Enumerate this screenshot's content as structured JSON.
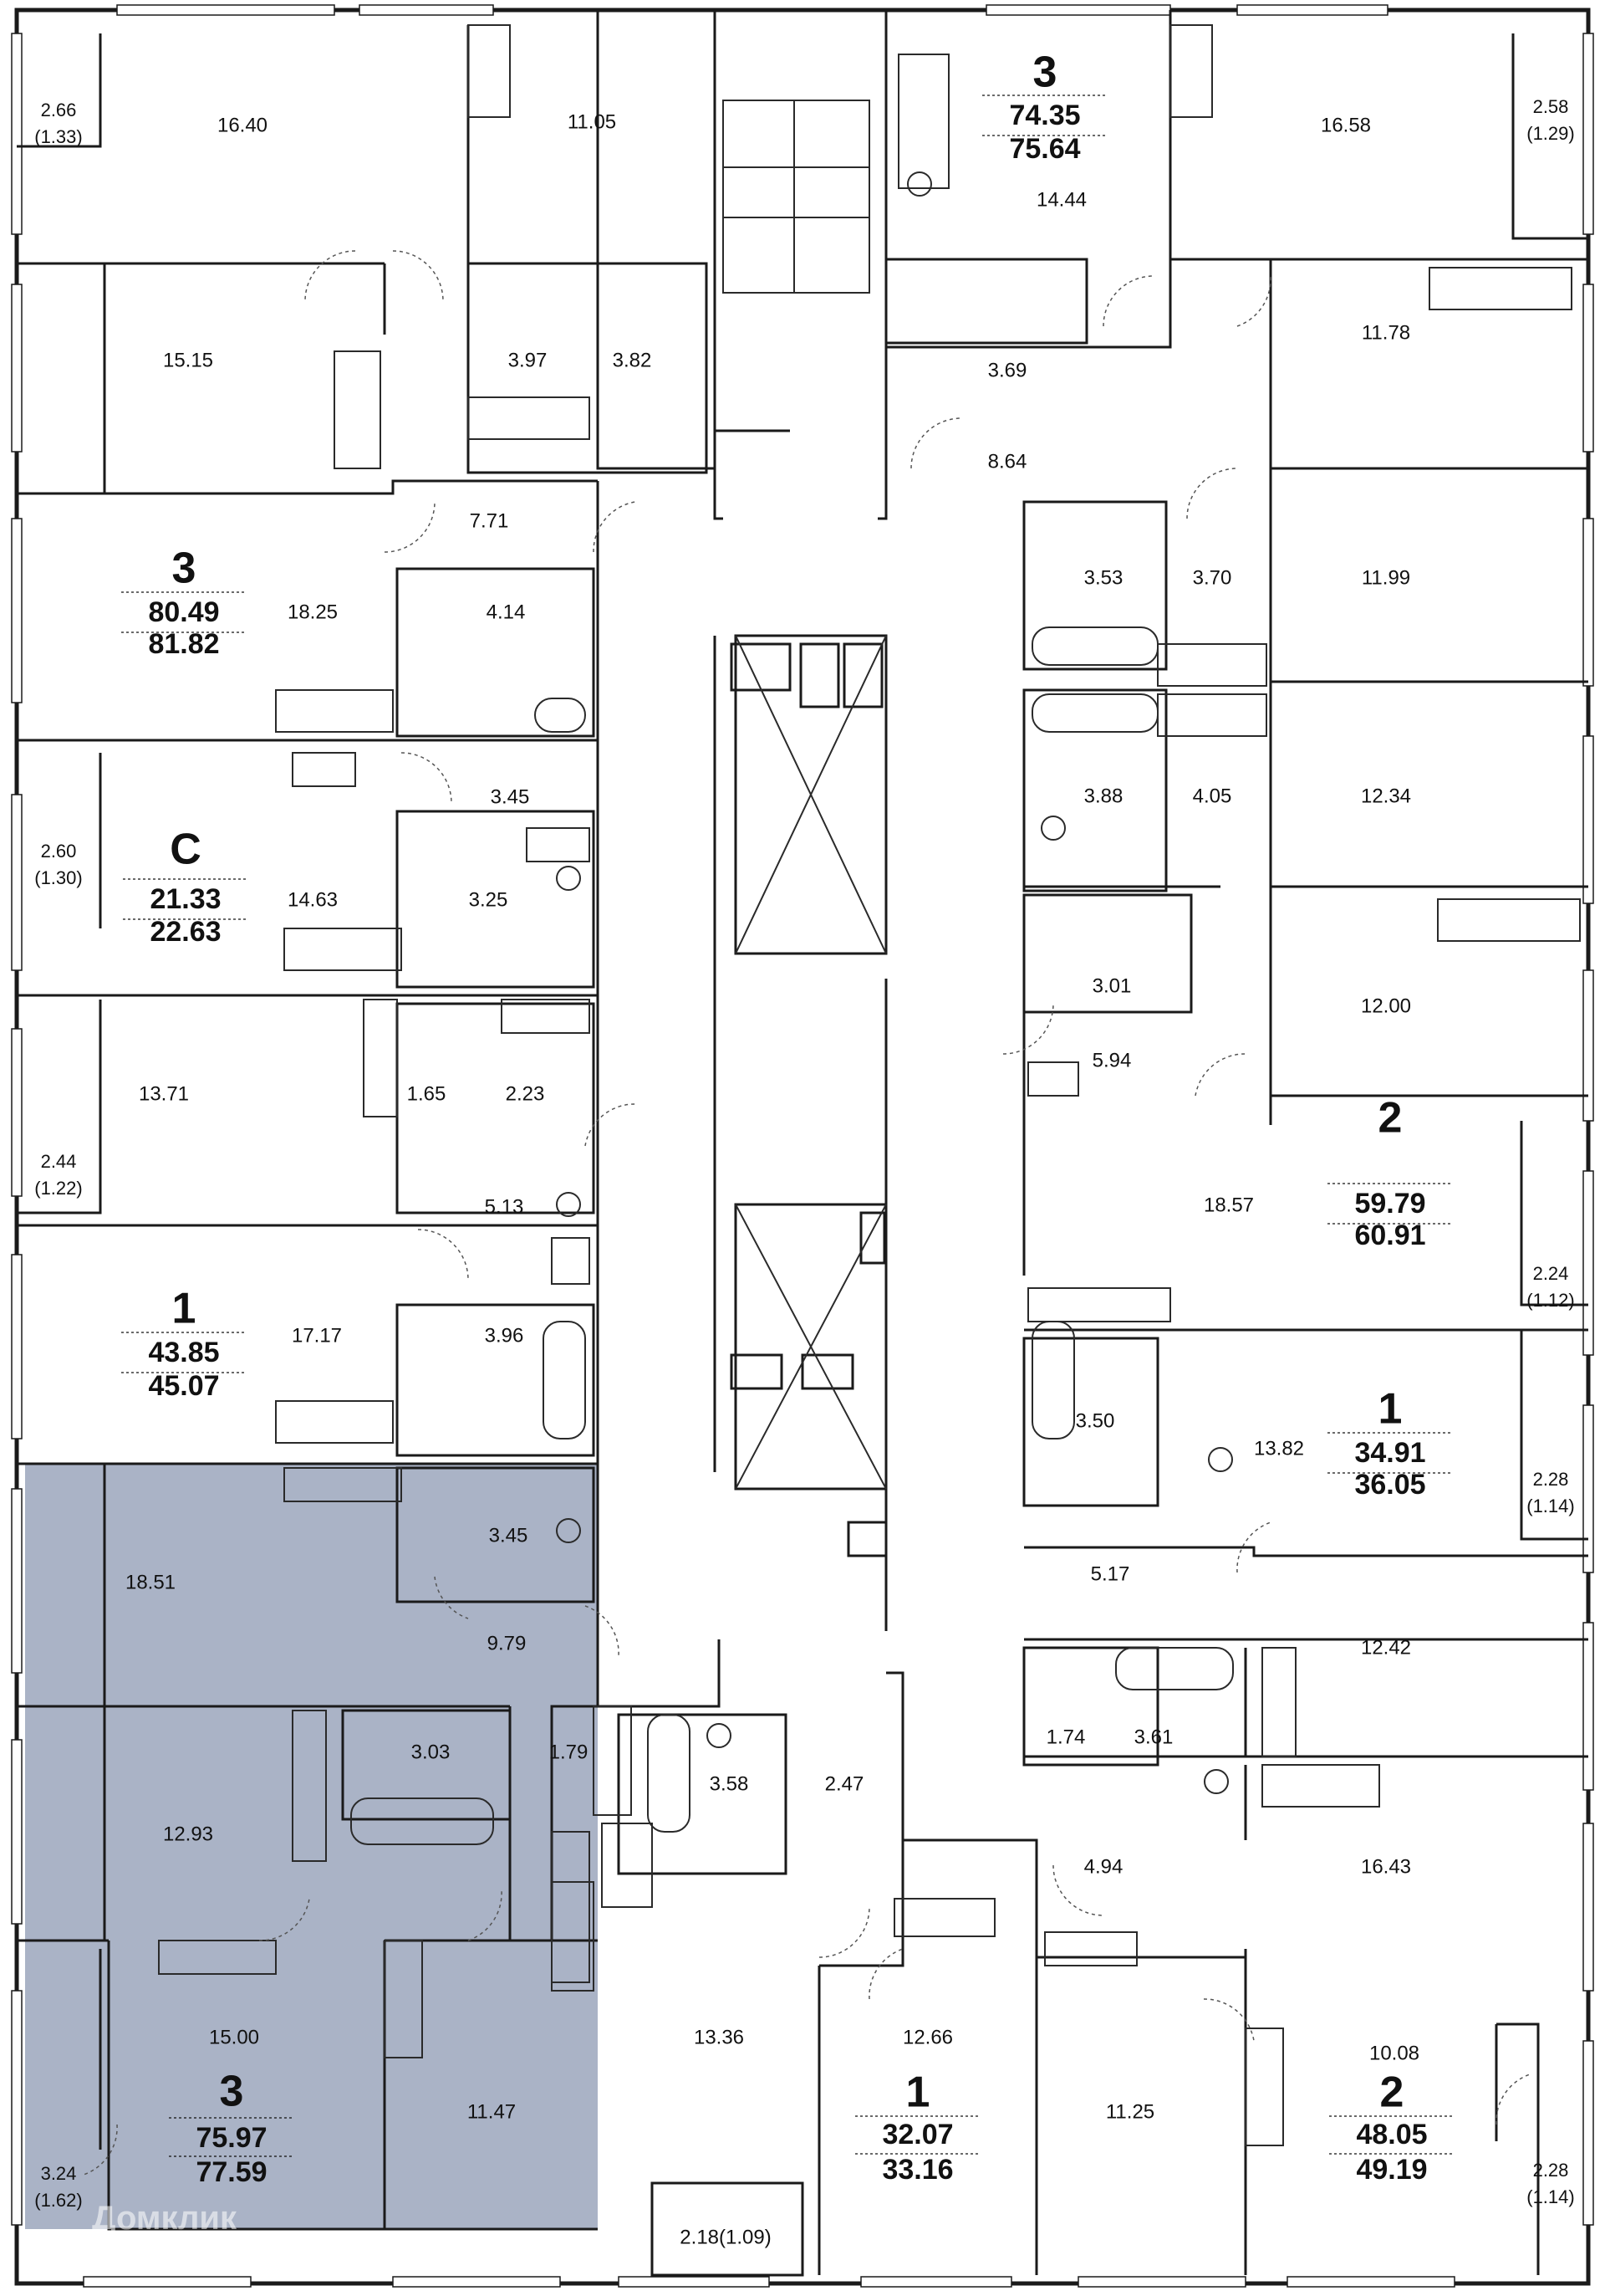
{
  "watermark": "Домклик",
  "apartments": [
    {
      "id": "a1",
      "rooms": "3",
      "total": "74.35",
      "total_balcony": "75.64"
    },
    {
      "id": "a2",
      "rooms": "3",
      "total": "80.49",
      "total_balcony": "81.82"
    },
    {
      "id": "a3",
      "rooms": "С",
      "total": "21.33",
      "total_balcony": "22.63"
    },
    {
      "id": "a4",
      "rooms": "1",
      "total": "43.85",
      "total_balcony": "45.07"
    },
    {
      "id": "a5",
      "rooms": "2",
      "total": "59.79",
      "total_balcony": "60.91"
    },
    {
      "id": "a6",
      "rooms": "1",
      "total": "34.91",
      "total_balcony": "36.05"
    },
    {
      "id": "a7",
      "rooms": "3",
      "total": "75.97",
      "total_balcony": "77.59",
      "highlighted": true
    },
    {
      "id": "a8",
      "rooms": "1",
      "total": "32.07",
      "total_balcony": "33.16"
    },
    {
      "id": "a9",
      "rooms": "2",
      "total": "48.05",
      "total_balcony": "49.19"
    }
  ],
  "rooms": [
    "16.40",
    "11.05",
    "15.15",
    "3.97",
    "3.82",
    "7.71",
    "18.25",
    "4.14",
    "3.45",
    "14.63",
    "3.25",
    "13.71",
    "1.65",
    "2.23",
    "5.13",
    "17.17",
    "3.96",
    "14.44",
    "3.69",
    "8.64",
    "16.58",
    "11.78",
    "3.53",
    "3.70",
    "11.99",
    "3.88",
    "4.05",
    "12.34",
    "3.01",
    "12.00",
    "5.94",
    "18.57",
    "3.50",
    "13.82",
    "5.17",
    "12.42",
    "1.74",
    "3.61",
    "16.43",
    "4.94",
    "10.08",
    "11.25",
    "18.51",
    "3.45",
    "9.79",
    "3.03",
    "1.79",
    "12.93",
    "15.00",
    "11.47",
    "3.58",
    "2.47",
    "13.36",
    "12.66",
    "2.18(1.09)"
  ],
  "balconies": [
    {
      "area": "2.66",
      "reduced": "(1.33)"
    },
    {
      "area": "2.60",
      "reduced": "(1.30)"
    },
    {
      "area": "2.44",
      "reduced": "(1.22)"
    },
    {
      "area": "3.24",
      "reduced": "(1.62)"
    },
    {
      "area": "2.58",
      "reduced": "(1.29)"
    },
    {
      "area": "2.24",
      "reduced": "(1.12)"
    },
    {
      "area": "2.28",
      "reduced": "(1.14)"
    },
    {
      "area": "2.28",
      "reduced": "(1.14)"
    }
  ]
}
